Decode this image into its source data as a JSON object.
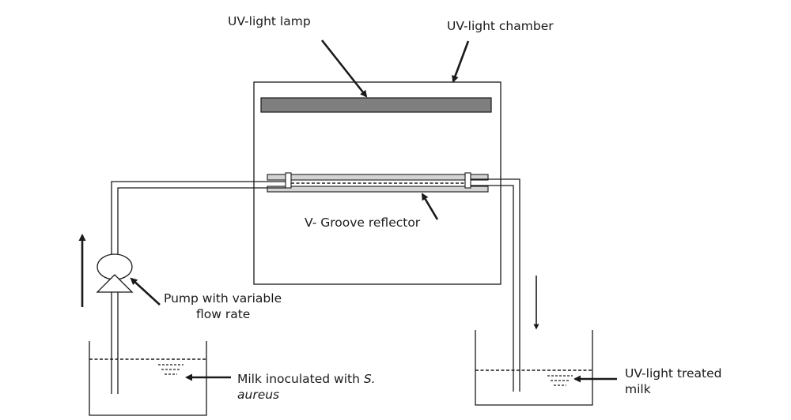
{
  "labels": {
    "lamp": "UV-light lamp",
    "chamber": "UV-light chamber",
    "reflector": "V- Groove reflector",
    "pump_line1": "Pump with variable",
    "pump_line2": "flow rate",
    "milk_in_prefix": "Milk inoculated with ",
    "milk_in_species": "S.",
    "milk_in_species2": "aureus",
    "milk_out_line1": "UV-light treated",
    "milk_out_line2": "milk"
  },
  "colors": {
    "lamp_fill": "#7f7f7f",
    "reflector_fill": "#d3d3d3",
    "line": "#1a1a1a"
  }
}
